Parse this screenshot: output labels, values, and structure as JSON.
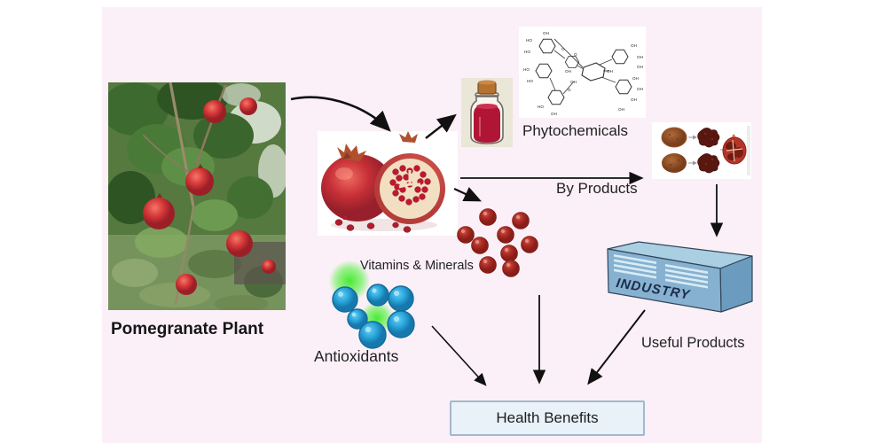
{
  "title": "Pomegranate plant products and health benefits diagram",
  "panel": {
    "page_bg": "#ffffff",
    "panel_bg": "#fbf0f7"
  },
  "labels": {
    "pomegranate_plant": "Pomegranate Plant",
    "phytochemicals": "Phytochemicals",
    "by_products": "By Products",
    "vitamins_minerals": "Vitamins & Minerals",
    "antioxidants": "Antioxidants",
    "industry": "INDUSTRY",
    "useful_products": "Useful Products",
    "health_benefits": "Health Benefits"
  },
  "molecule": {
    "oh": "OH",
    "ho": "HO",
    "o": "O"
  },
  "colors": {
    "arrow": "#111111",
    "panel_pink": "#fbf0f7",
    "health_box_fill": "#e9f1f9",
    "health_box_border": "#a3b8cd",
    "industry_top": "#aacfe3",
    "industry_front": "#87b1d1",
    "industry_side": "#6b9cbf",
    "industry_stripe": "#d8ecf5",
    "antioxidant_blue": "#2aa7dc",
    "glow_green": "#46e83a",
    "vitamin_sphere_red": "#a82a22",
    "juice_red": "#b01535",
    "cork_brown": "#b5722f",
    "powder_brown": "#9c5a2e"
  }
}
